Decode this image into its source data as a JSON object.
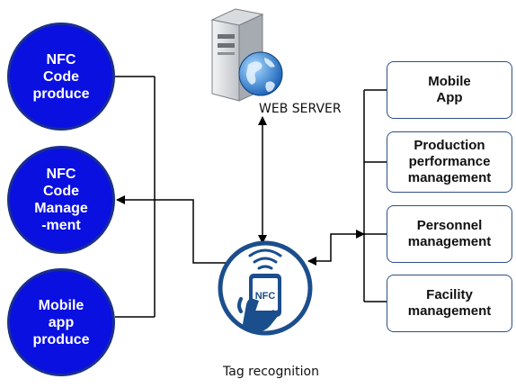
{
  "left_nodes": [
    {
      "label": "NFC\nCode\nproduce"
    },
    {
      "label": "NFC\nCode\nManage\n-ment"
    },
    {
      "label": "Mobile\napp\nproduce"
    }
  ],
  "right_nodes": [
    {
      "label": "Mobile\nApp"
    },
    {
      "label": "Production\nperformance\nmanagement"
    },
    {
      "label": "Personnel\nmanagement"
    },
    {
      "label": "Facility\nmanagement"
    }
  ],
  "server": {
    "label": "WEB SERVER",
    "icon": "web-server-icon"
  },
  "tag": {
    "label": "Tag recognition",
    "icon": "nfc-phone-icon",
    "badge": "NFC"
  },
  "colors": {
    "node_fill": "#0a10e0",
    "node_border": "#1a2f8f",
    "box_border": "#2e4f86",
    "tag_blue": "#1b4e8c"
  }
}
